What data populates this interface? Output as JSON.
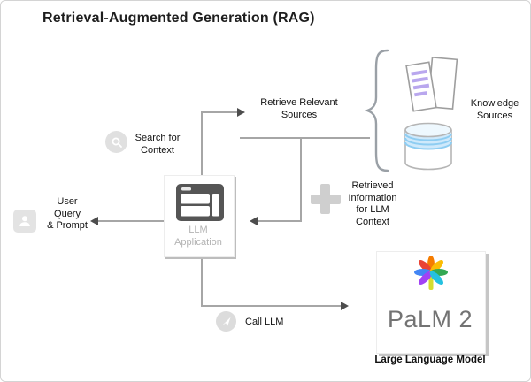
{
  "title": "Retrieval-Augmented Generation (RAG)",
  "diagram": {
    "user": {
      "label": "User\nQuery\n& Prompt",
      "icon": "person-icon"
    },
    "llm_app": {
      "label": "LLM\nApplication",
      "icon": "app-window-icon"
    },
    "search_step": {
      "label": "Search for\nContext",
      "icon": "search-icon"
    },
    "retrieve_step": {
      "label": "Retrieve Relevant\nSources"
    },
    "retrieved_info_step": {
      "label": "Retrieved\nInformation\nfor LLM\nContext",
      "icon": "plus-icon"
    },
    "call_step": {
      "label": "Call LLM",
      "icon": "send-icon"
    },
    "knowledge": {
      "label": "Knowledge\nSources",
      "icons": [
        "documents-icon",
        "database-icon"
      ]
    },
    "palm": {
      "logo_text": "PaLM 2",
      "caption": "Large Language Model",
      "icon": "palm-logo-icon"
    }
  },
  "colors": {
    "connector": "#a6a6a6",
    "arrowhead": "#4d4d4d",
    "muted_label": "#b3b3b3",
    "palm_text": "#737373",
    "card_shadow": "#bdbdbd",
    "doc_stripe": "#b9a7ee",
    "db_blue": "#9ed4f2",
    "icon_gray": "#e0e0e0"
  }
}
